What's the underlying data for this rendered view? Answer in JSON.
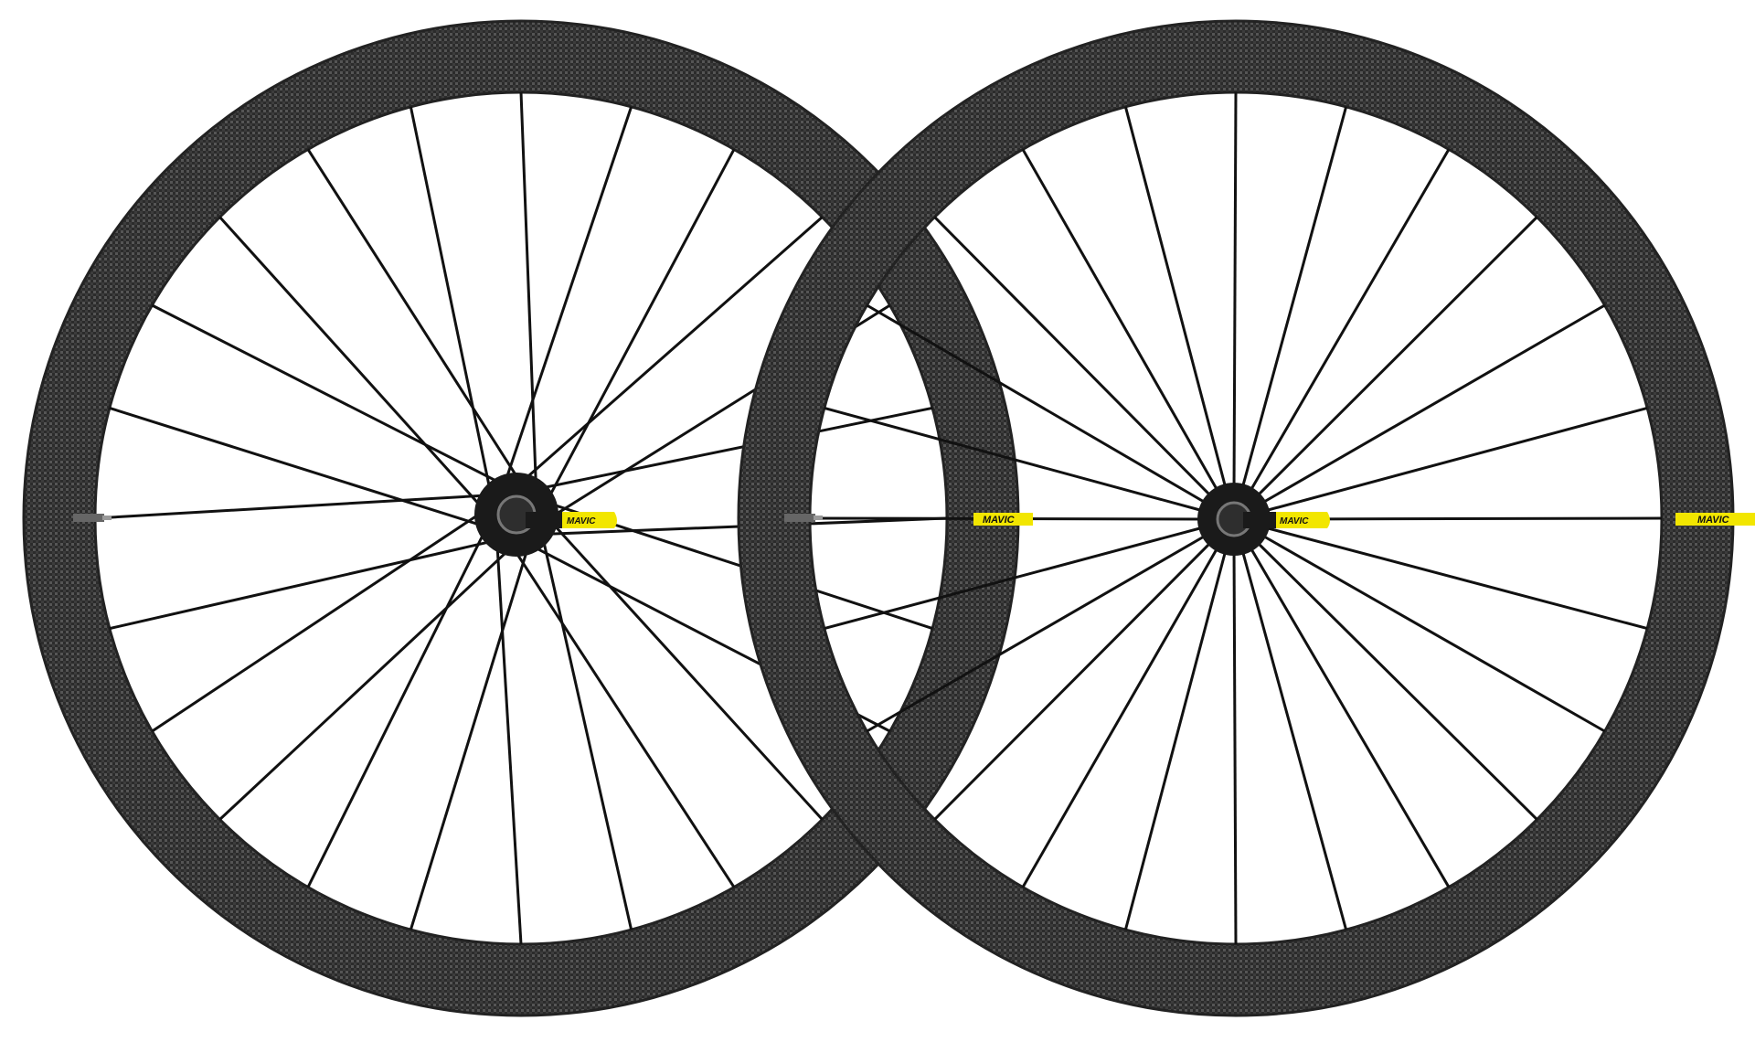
{
  "scene": {
    "subject": "wheelset",
    "background_color": "#ffffff"
  },
  "colors": {
    "rim": "#2b2b2b",
    "rim_texture": "#5a5a5a",
    "spoke": "#111111",
    "hub": "#1a1a1a",
    "brand_yellow": "#f2e600"
  },
  "wheels": [
    {
      "id": "rear",
      "spoke_count": 24,
      "rim_decal": "",
      "hub_decal": "MAVIC"
    },
    {
      "id": "front",
      "spoke_count": 24,
      "rim_decal": "MAVIC",
      "hub_decal": "MAVIC"
    }
  ]
}
